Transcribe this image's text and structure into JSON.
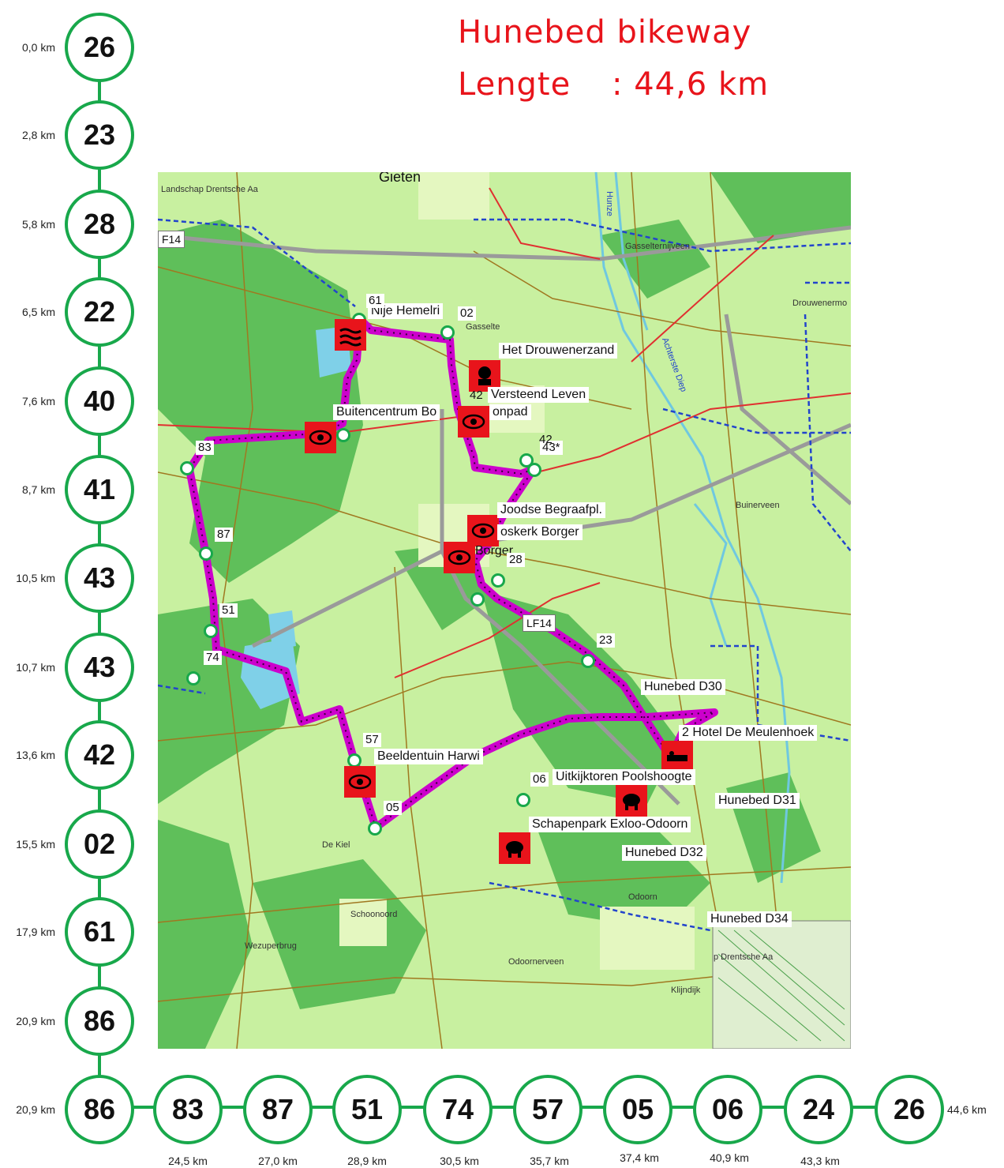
{
  "title": "Hunebed bikeway",
  "length_label": "Lengte",
  "length_value": ": 44,6  km",
  "route_vertical": [
    {
      "node": "26",
      "dist": "0,0 km"
    },
    {
      "node": "23",
      "dist": "2,8 km"
    },
    {
      "node": "28",
      "dist": "5,8 km"
    },
    {
      "node": "22",
      "dist": "6,5 km"
    },
    {
      "node": "40",
      "dist": "7,6 km"
    },
    {
      "node": "41",
      "dist": "8,7 km"
    },
    {
      "node": "43",
      "dist": "10,5 km"
    },
    {
      "node": "43",
      "dist": "10,7 km"
    },
    {
      "node": "42",
      "dist": "13,6 km"
    },
    {
      "node": "02",
      "dist": "15,5 km"
    },
    {
      "node": "61",
      "dist": "17,9 km"
    },
    {
      "node": "86",
      "dist": "20,9 km"
    },
    {
      "node": "86",
      "dist": "20,9 km"
    }
  ],
  "route_horizontal": [
    {
      "node": "83",
      "dist": "24,5 km"
    },
    {
      "node": "87",
      "dist": "27,0 km"
    },
    {
      "node": "51",
      "dist": "28,9 km"
    },
    {
      "node": "74",
      "dist": "30,5 km"
    },
    {
      "node": "57",
      "dist": "35,7 km"
    },
    {
      "node": "05",
      "dist": "37,4 km"
    },
    {
      "node": "06",
      "dist": "40,9 km"
    },
    {
      "node": "24",
      "dist": "43,3 km"
    },
    {
      "node": "26",
      "dist": "44,6 km"
    }
  ],
  "map_labels": {
    "gieten": "Gieten",
    "nije_hemelriek": "Nije Hemelri",
    "drouwenerzand": "Het Drouwenerzand",
    "versteend": "Versteend Leven",
    "buitencentrum": "Buitencentrum Bo",
    "boompad": "onpad",
    "joodse": "Joodse Begraafpl.",
    "boskerk": "oskerk Borger",
    "borger": "Borger",
    "d30": "Hunebed D30",
    "meulenhoek": "2 Hotel De Meulenhoek",
    "uitkijktoren": "Uitkijktoren Poolshoogte",
    "d31": "Hunebed D31",
    "schapenpark": "Schapenpark Exloo-Odoorn",
    "d32": "Hunebed D32",
    "d34": "Hunebed D34",
    "beeldentuin": "Beeldentuin Harwi",
    "lf14a": "F14",
    "lf14b": "LF14",
    "odoorn": "Odoorn",
    "odoornerveen": "Odoornerveen",
    "schoonoord": "Schoonoord",
    "buinerveen": "Buinerveen",
    "gasselternijveen": "Gasselternijveen",
    "drouwenermond": "Drouwenermo",
    "dekiel": "De Kiel",
    "wezuperbrug": "Wezuperbrug",
    "klijndijk": "Klijndijk",
    "drentsche_aa": "p Drentsche Aa",
    "landschap": "Landschap Drentsche Aa",
    "gasselte": "Gasselte",
    "achterste_diep": "Achterste Diep",
    "hunze": "Hunze"
  },
  "map_numbers": [
    "61",
    "02",
    "42",
    "43*",
    "28",
    "23",
    "83",
    "87",
    "51",
    "74",
    "57",
    "05",
    "06",
    "42"
  ],
  "colors": {
    "accent": "#e8141b",
    "node_ring": "#18a84b",
    "route": "#cc00cc",
    "map_bg": "#c8f0a0",
    "forest": "#5fbf5a"
  }
}
